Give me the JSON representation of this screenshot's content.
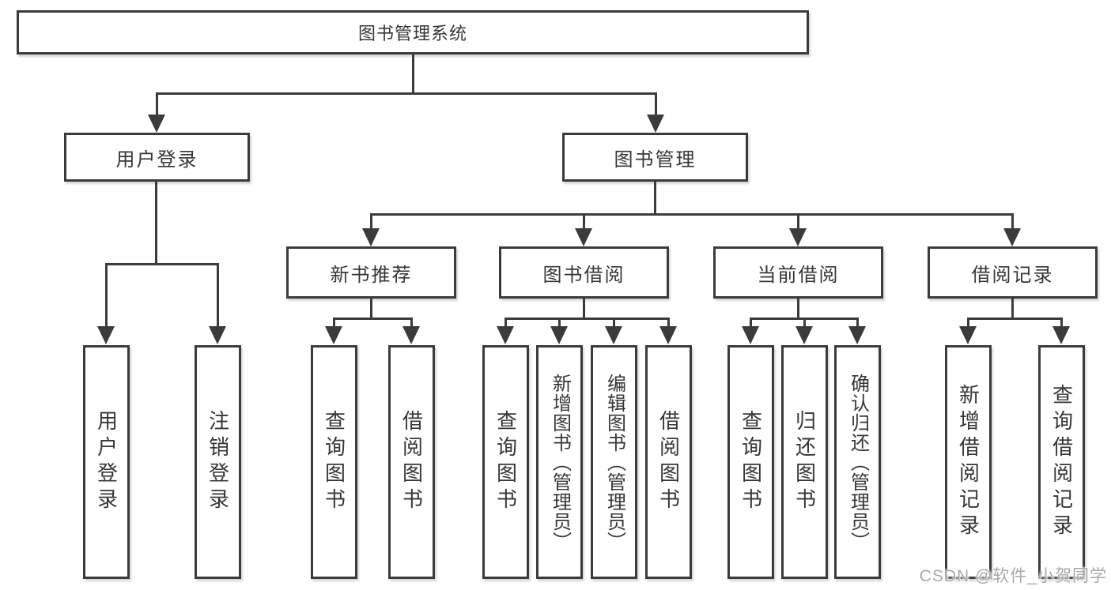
{
  "colors": {
    "line": "#3b3b3d",
    "text": "#363638",
    "background": "#ffffff",
    "watermark": "#a8a8a8"
  },
  "watermark": {
    "label": "CSDN @软件_小贺同学"
  },
  "tree": {
    "root": {
      "label": "图书管理系统"
    },
    "user_login": {
      "label": "用户登录",
      "children": [
        {
          "label": "用户登录"
        },
        {
          "label": "注销登录"
        }
      ]
    },
    "book_mgmt": {
      "label": "图书管理",
      "sections": [
        {
          "label": "新书推荐",
          "children": [
            {
              "label": "查询图书"
            },
            {
              "label": "借阅图书"
            }
          ]
        },
        {
          "label": "图书借阅",
          "children": [
            {
              "label": "查询图书"
            },
            {
              "label": "新增图书（管理员）"
            },
            {
              "label": "编辑图书（管理员）"
            },
            {
              "label": "借阅图书"
            }
          ]
        },
        {
          "label": "当前借阅",
          "children": [
            {
              "label": "查询图书"
            },
            {
              "label": "归还图书"
            },
            {
              "label": "确认归还（管理员）"
            }
          ]
        },
        {
          "label": "借阅记录",
          "children": [
            {
              "label": "新增借阅记录"
            },
            {
              "label": "查询借阅记录"
            }
          ]
        }
      ]
    }
  }
}
